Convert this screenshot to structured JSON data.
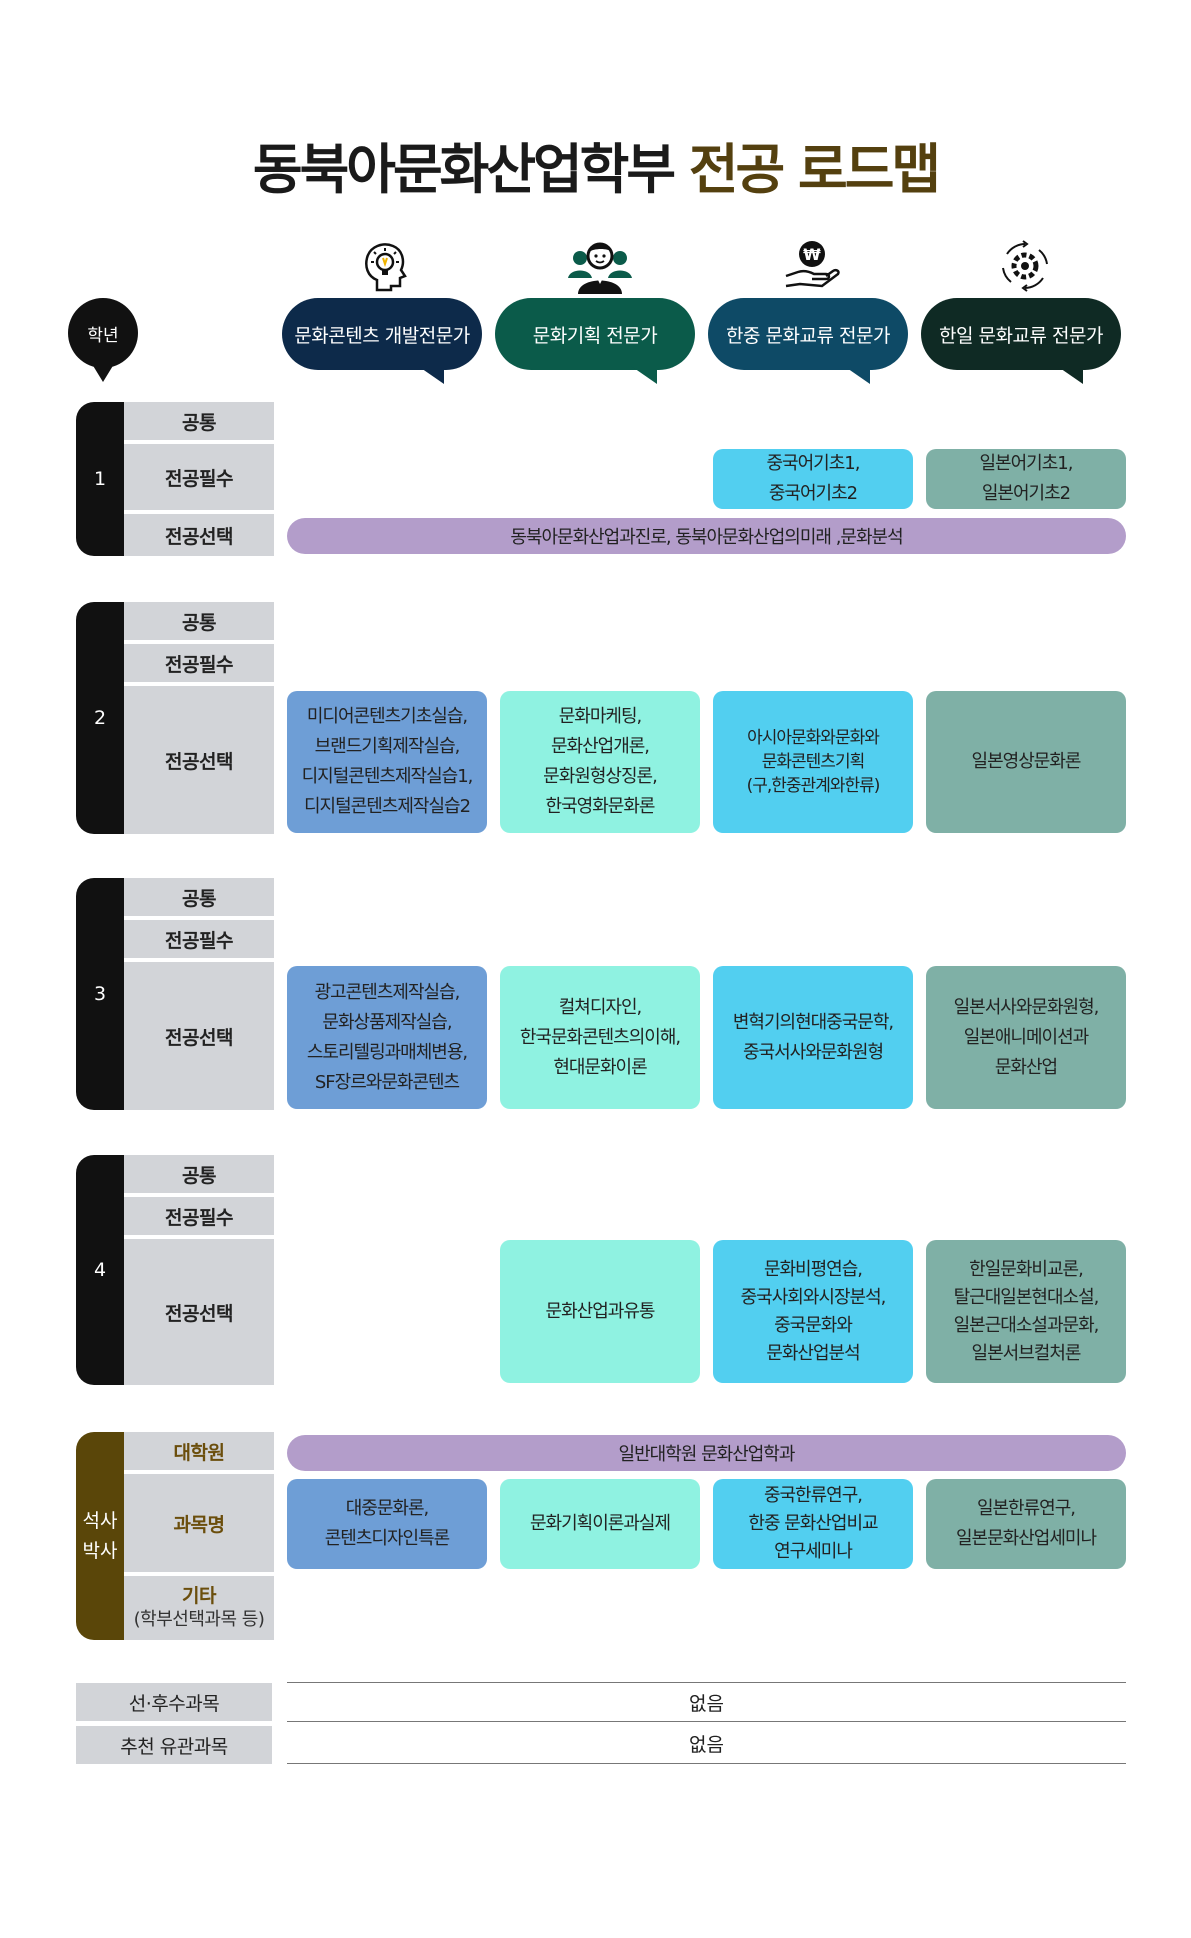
{
  "title": {
    "main": "동북아문화산업학부",
    "highlight": "전공 로드맵"
  },
  "header": {
    "grade_label": "학년",
    "tracks": [
      {
        "label": "문화콘텐츠 개발전문가",
        "color": "#0d2a4a",
        "icon": "lightbulb-head-icon"
      },
      {
        "label": "문화기획 전문가",
        "color": "#0b5b4a",
        "icon": "person-group-icon"
      },
      {
        "label": "한중 문화교류 전문가",
        "color": "#0e4a66",
        "icon": "hand-coin-icon"
      },
      {
        "label": "한일 문화교류 전문가",
        "color": "#0f2a24",
        "icon": "gear-cycle-icon"
      }
    ]
  },
  "labels": {
    "common": "공통",
    "required": "전공필수",
    "elective": "전공선택"
  },
  "years": [
    {
      "num": "1",
      "required": {
        "c3": "중국어기초1,\n중국어기초2",
        "c4": "일본어기초1,\n일본어기초2"
      },
      "elective_bar": "동북아문화산업과진로, 동북아문화산업의미래 ,문화분석"
    },
    {
      "num": "2",
      "elective": {
        "c1": "미디어콘텐츠기초실습,\n브랜드기획제작실습,\n디지털콘텐츠제작실습1,\n디지털콘텐츠제작실습2",
        "c2": "문화마케팅,\n문화산업개론,\n문화원형상징론,\n한국영화문화론",
        "c3": "아시아문화와문화와\n문화콘텐츠기획\n(구,한중관계와한류)",
        "c4": "일본영상문화론"
      }
    },
    {
      "num": "3",
      "elective": {
        "c1": "광고콘텐츠제작실습,\n문화상품제작실습,\n스토리텔링과매체변용,\nSF장르와문화콘텐츠",
        "c2": "컬쳐디자인,\n한국문화콘텐츠의이해,\n현대문화이론",
        "c3": "변혁기의현대중국문학,\n중국서사와문화원형",
        "c4": "일본서사와문화원형,\n일본애니메이션과\n문화산업"
      }
    },
    {
      "num": "4",
      "elective": {
        "c2": "문화산업과유통",
        "c3": "문화비평연습,\n중국사회와시장분석,\n중국문화와\n문화산업분석",
        "c4": "한일문화비교론,\n탈근대일본현대소설,\n일본근대소설과문화,\n일본서브컬처론"
      }
    }
  ],
  "grad": {
    "label_line1": "석사",
    "label_line2": "박사",
    "school_label": "대학원",
    "courses_label": "과목명",
    "other_label": "기타",
    "other_sub": "(학부선택과목 등)",
    "school_bar": "일반대학원 문화산업학과",
    "courses": {
      "c1": "대중문화론,\n콘텐츠디자인특론",
      "c2": "문화기획이론과실제",
      "c3": "중국한류연구,\n한중 문화산업비교\n연구세미나",
      "c4": "일본한류연구,\n일본문화산업세미나"
    }
  },
  "footer": [
    {
      "label": "선·후수과목",
      "value": "없음"
    },
    {
      "label": "추천 유관과목",
      "value": "없음"
    }
  ]
}
